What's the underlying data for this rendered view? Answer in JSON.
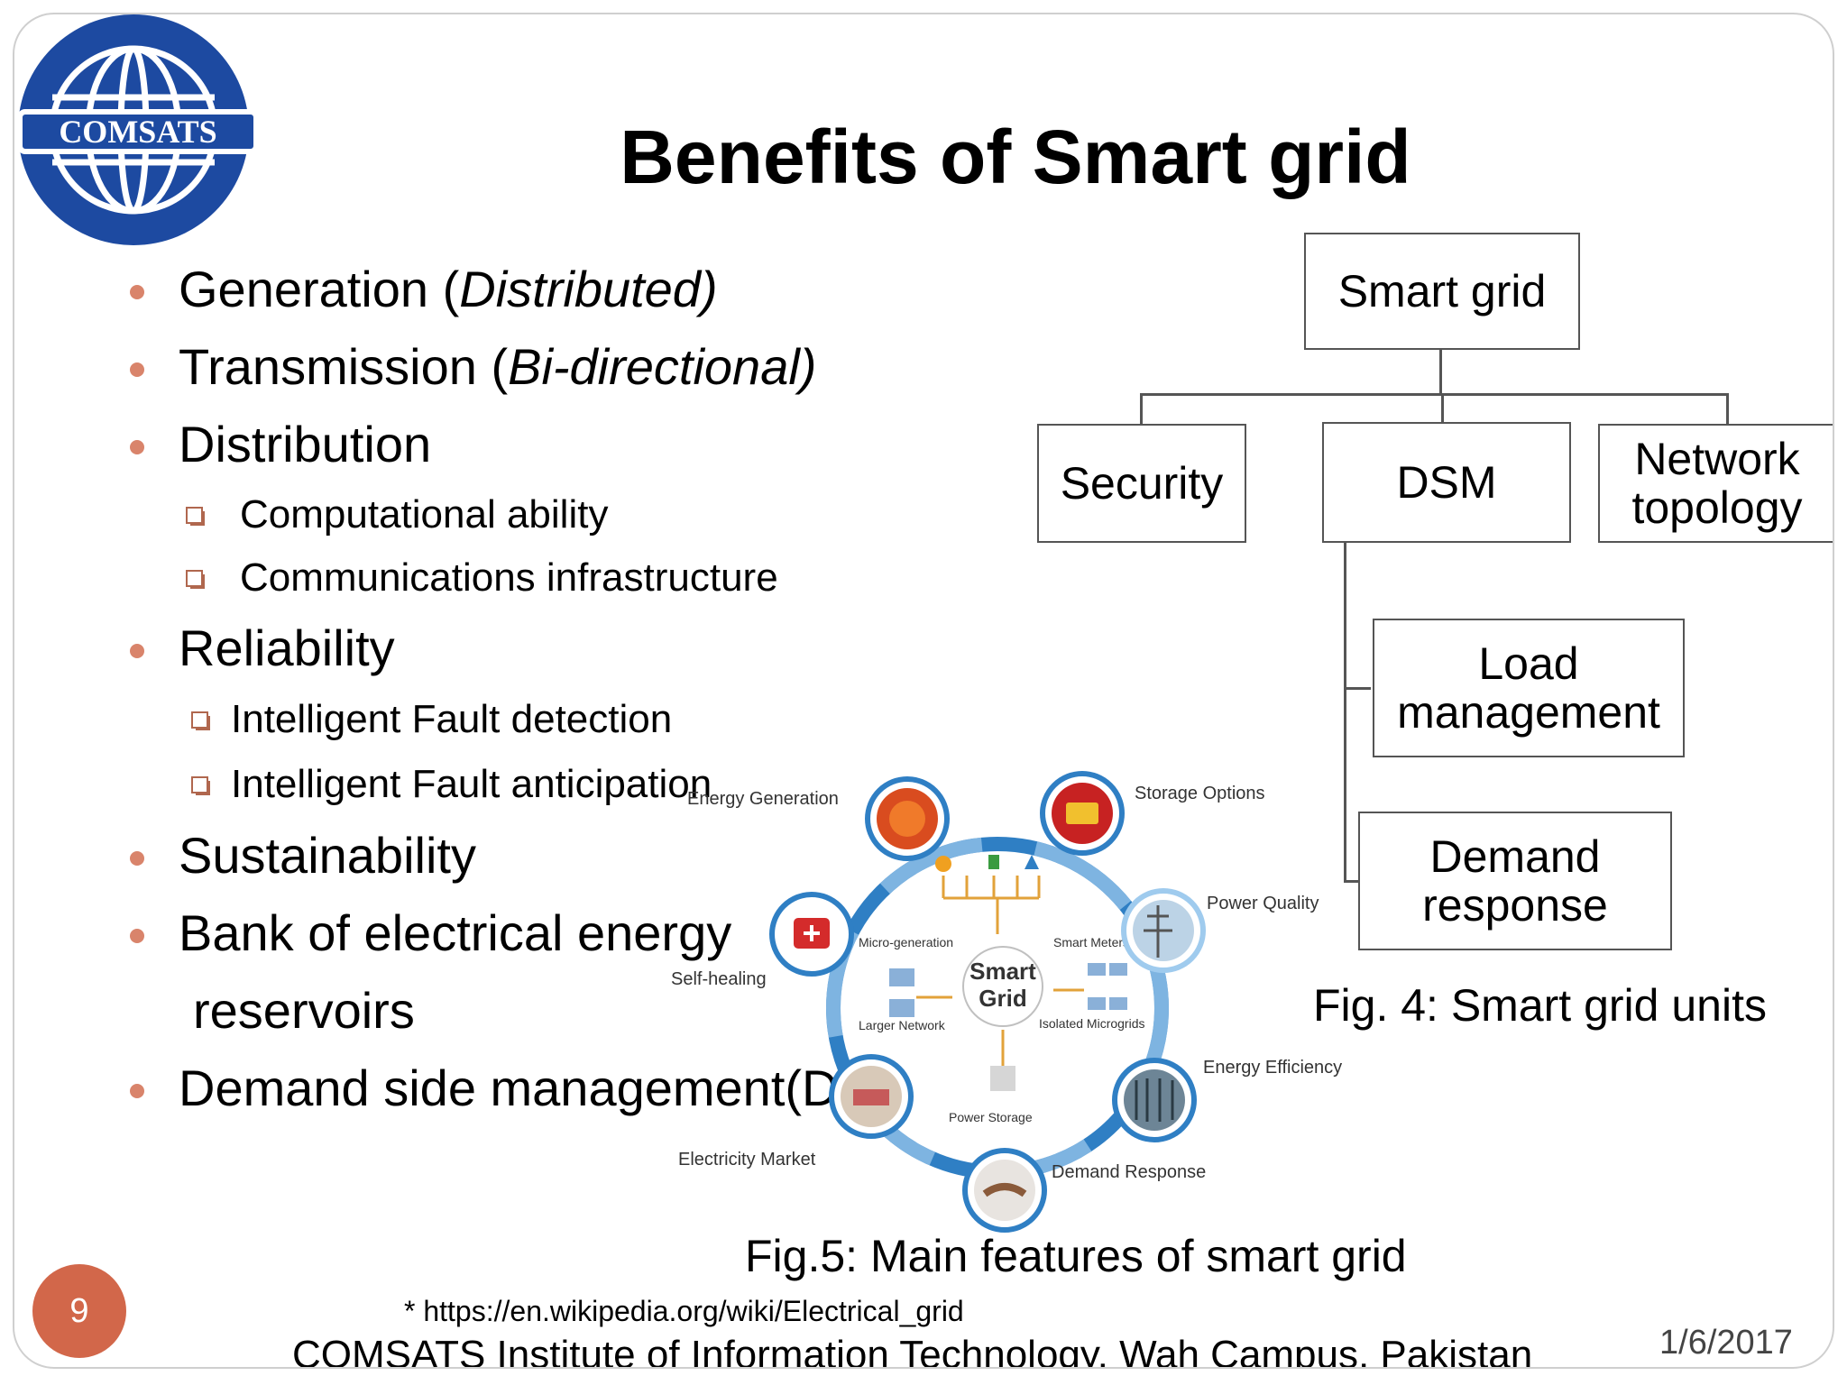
{
  "logo": {
    "text": "COMSATS"
  },
  "title": "Benefits of Smart grid",
  "bullets": {
    "generation": {
      "main": "Generation (",
      "italic": "Distributed)"
    },
    "transmission": {
      "main": "Transmission (",
      "italic": "Bi-directional)"
    },
    "distribution": "Distribution",
    "computational": "Computational ability",
    "communications": "Communications infrastructure",
    "reliability": "Reliability",
    "fault_detection": "Intelligent Fault detection",
    "fault_anticipation": "Intelligent Fault anticipation",
    "sustainability": "Sustainability",
    "bank_line1": "Bank of electrical energy",
    "bank_line2": "reservoirs",
    "dsm": "Demand side management(DSM)"
  },
  "org_chart": {
    "root": "Smart grid",
    "security": "Security",
    "dsm": "DSM",
    "network_l1": "Network",
    "network_l2": "topology",
    "load_l1": "Load",
    "load_l2": "management",
    "demand_l1": "Demand",
    "demand_l2": "response",
    "caption": "Fig. 4: Smart grid units"
  },
  "features": {
    "center_l1": "Smart",
    "center_l2": "Grid",
    "energy_generation": "Energy Generation",
    "storage_options": "Storage Options",
    "power_quality": "Power Quality",
    "energy_efficiency": "Energy Efficiency",
    "demand_response": "Demand Response",
    "electricity_market": "Electricity Market",
    "self_healing": "Self-healing",
    "micro_generation": "Micro-generation",
    "smart_meters": "Smart Meters",
    "larger_network": "Larger Network",
    "isolated_microgrids": "Isolated Microgrids",
    "power_storage": "Power Storage",
    "caption": "Fig.5: Main features of smart grid"
  },
  "footer": {
    "source": "* https://en.wikipedia.org/wiki/Electrical_grid",
    "institute": "COMSATS  Institute of Information Technology, Wah Campus, Pakistan",
    "date": "1/6/2017",
    "page": "9"
  },
  "colors": {
    "bullet": "#d9846b",
    "page_badge": "#d2674a",
    "logo_blue": "#1d4aa1",
    "ring_blue": "#2f7fc4"
  }
}
